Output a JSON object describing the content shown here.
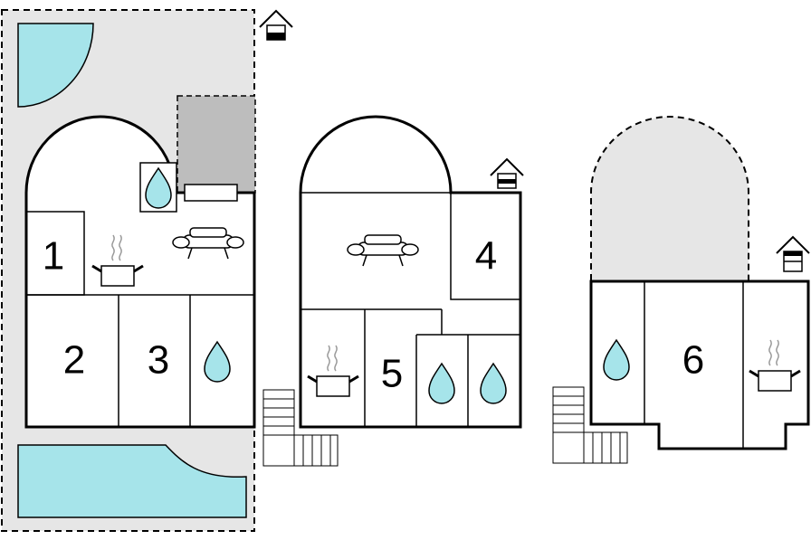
{
  "rooms": {
    "r1": "1",
    "r2": "2",
    "r3": "3",
    "r4": "4",
    "r5": "5",
    "r6": "6"
  },
  "colors": {
    "water": "#a6e4ea",
    "terrace": "#e6e6e6",
    "shade": "#bdbdbd",
    "wall": "#000000"
  },
  "icons": [
    "water-drop-icon",
    "sofa-icon",
    "kitchen-pot-icon",
    "floor-level-icon",
    "stairs-icon"
  ]
}
